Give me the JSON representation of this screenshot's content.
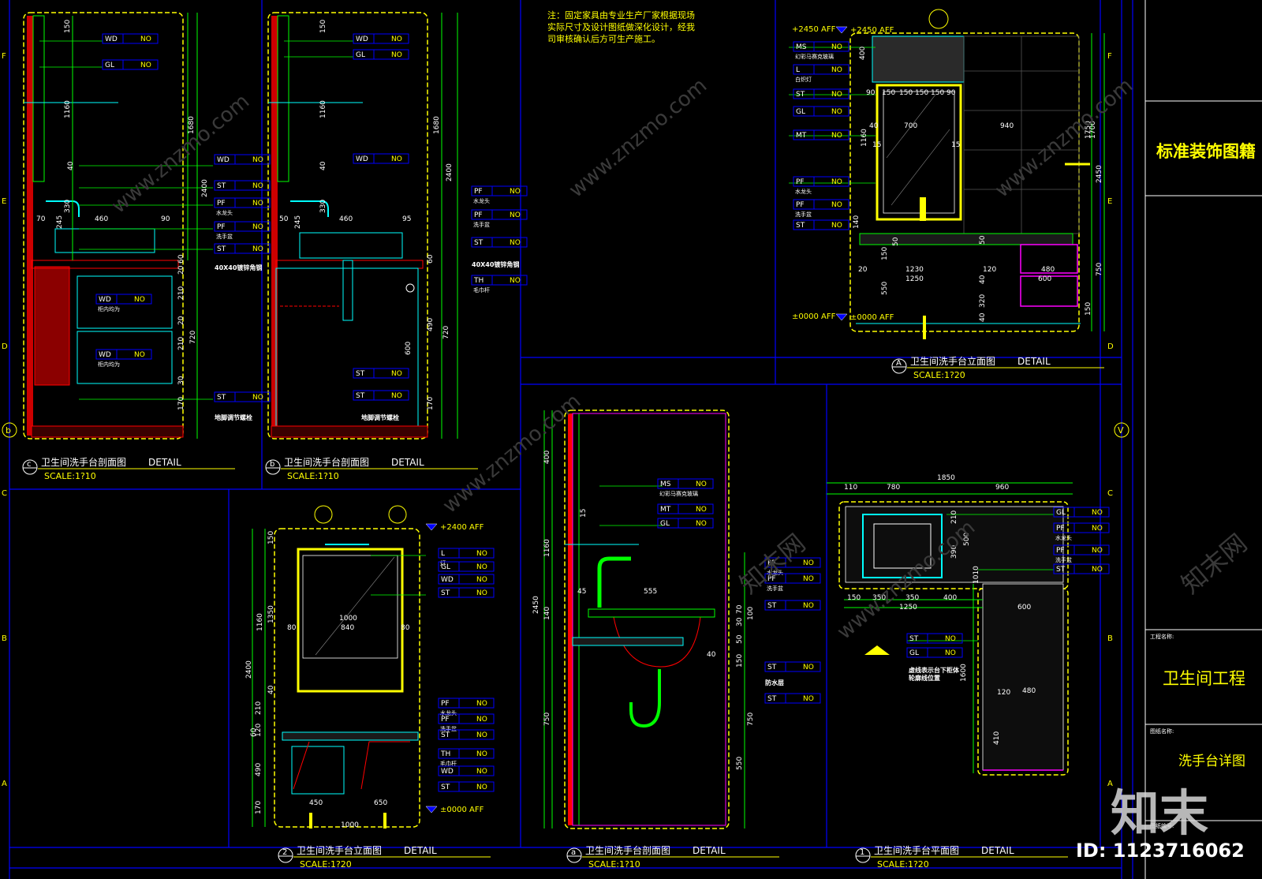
{
  "grid_letters_left": [
    "F",
    "E",
    "D",
    "C",
    "B",
    "A"
  ],
  "grid_letters_right": [
    "F",
    "E",
    "D",
    "C",
    "B",
    "A"
  ],
  "note": {
    "line1": "注：固定家具由专业生产厂家根据现场",
    "line2": "实际尺寸及设计图纸做深化设计，经我",
    "line3": "司审核确认后方可生产施工。"
  },
  "title_block": {
    "company": "标准装饰图籍",
    "project_label": "工程名称:",
    "project": "卫生间工程",
    "drawing_label": "图纸名称:",
    "drawing": "洗手台详图",
    "number_label": "图纸编号:"
  },
  "watermark": {
    "id_text": "ID: 1123716062",
    "logo": "知末",
    "site": "www.znzmo.com",
    "site_cn": "知末网"
  },
  "colors": {
    "yellow": "#ffff00",
    "cyan": "#00ffff",
    "green": "#00ff00",
    "red": "#ff0000",
    "blue": "#0000ff",
    "white": "#ffffff",
    "magenta": "#ff00ff"
  },
  "views": {
    "c": {
      "tag": "c",
      "title": "卫生间洗手台剖面图",
      "detail": "DETAIL",
      "scale": "SCALE:1?10",
      "dims": [
        "150",
        "1160",
        "1680",
        "2400",
        "40",
        "330",
        "245",
        "70",
        "460",
        "90",
        "60",
        "20",
        "210",
        "20",
        "210",
        "720",
        "30",
        "170"
      ],
      "tags": [
        {
          "code": "WD",
          "no": "NO"
        },
        {
          "code": "GL",
          "no": "NO"
        },
        {
          "code": "WD",
          "no": "NO"
        },
        {
          "code": "ST",
          "no": "NO"
        },
        {
          "code": "PF",
          "no": "NO",
          "sub": "水龙头"
        },
        {
          "code": "PF",
          "no": "NO",
          "sub": "洗手盆"
        },
        {
          "code": "ST",
          "no": "NO"
        },
        {
          "code": "WD",
          "no": "NO",
          "sub": "柜内均为"
        },
        {
          "code": "WD",
          "no": "NO",
          "sub": "柜内均为"
        },
        {
          "code": "ST",
          "no": "NO"
        }
      ],
      "notes": [
        "40X40镀锌角钢",
        "地脚调节螺栓"
      ]
    },
    "b": {
      "tag": "b",
      "title": "卫生间洗手台剖面图",
      "detail": "DETAIL",
      "scale": "SCALE:1?10",
      "dims": [
        "150",
        "1160",
        "1680",
        "2400",
        "40",
        "330",
        "245",
        "50",
        "460",
        "95",
        "60",
        "490",
        "720",
        "600",
        "170"
      ],
      "tags": [
        {
          "code": "WD",
          "no": "NO"
        },
        {
          "code": "GL",
          "no": "NO"
        },
        {
          "code": "WD",
          "no": "NO"
        },
        {
          "code": "PF",
          "no": "NO",
          "sub": "水龙头"
        },
        {
          "code": "PF",
          "no": "NO",
          "sub": "洗手盆"
        },
        {
          "code": "ST",
          "no": "NO"
        },
        {
          "code": "TH",
          "no": "NO",
          "sub": "毛巾杆"
        },
        {
          "code": "ST",
          "no": "NO"
        },
        {
          "code": "ST",
          "no": "NO"
        }
      ],
      "notes": [
        "40X40镀锌角钢",
        "地脚调节螺栓"
      ]
    },
    "A": {
      "tag": "A",
      "title": "卫生间洗手台立面图",
      "detail": "DETAIL",
      "scale": "SCALE:1?20",
      "level_top": "+2450 AFF",
      "level_bottom": "±0000 AFF",
      "dims": [
        "400",
        "90",
        "150",
        "150",
        "150",
        "150",
        "90",
        "40",
        "700",
        "940",
        "15",
        "15",
        "1160",
        "1750",
        "2450",
        "140",
        "150",
        "50",
        "20",
        "1230",
        "1250",
        "120",
        "480",
        "600",
        "550",
        "1700",
        "40",
        "320",
        "750",
        "150",
        "40",
        "50"
      ],
      "tags": [
        {
          "code": "MS",
          "no": "NO",
          "sub": "幻彩马赛克玻璃"
        },
        {
          "code": "L",
          "no": "NO",
          "sub": "白炽灯"
        },
        {
          "code": "ST",
          "no": "NO"
        },
        {
          "code": "GL",
          "no": "NO"
        },
        {
          "code": "MT",
          "no": "NO"
        },
        {
          "code": "PF",
          "no": "NO",
          "sub": "水龙头"
        },
        {
          "code": "PF",
          "no": "NO",
          "sub": "洗手盆"
        },
        {
          "code": "ST",
          "no": "NO"
        }
      ]
    },
    "v2": {
      "tag": "2",
      "title": "卫生间洗手台立面图",
      "detail": "DETAIL",
      "scale": "SCALE:1?20",
      "level_top": "+2400 AFF",
      "level_bottom": "±0000 AFF",
      "dims": [
        "150",
        "1350",
        "1160",
        "2400",
        "40",
        "210",
        "60",
        "120",
        "490",
        "170",
        "1000",
        "80",
        "840",
        "80",
        "450",
        "650",
        "1000"
      ],
      "tags": [
        {
          "code": "L",
          "no": "NO",
          "sub": "灯"
        },
        {
          "code": "GL",
          "no": "NO"
        },
        {
          "code": "WD",
          "no": "NO"
        },
        {
          "code": "ST",
          "no": "NO"
        },
        {
          "code": "PF",
          "no": "NO",
          "sub": "水龙头"
        },
        {
          "code": "PF",
          "no": "NO",
          "sub": "洗手盆"
        },
        {
          "code": "ST",
          "no": "NO"
        },
        {
          "code": "TH",
          "no": "NO",
          "sub": "毛巾杆"
        },
        {
          "code": "WD",
          "no": "NO"
        },
        {
          "code": "ST",
          "no": "NO"
        }
      ]
    },
    "a": {
      "tag": "a",
      "title": "卫生间洗手台剖面图",
      "detail": "DETAIL",
      "scale": "SCALE:1?10",
      "dims": [
        "400",
        "15",
        "1160",
        "2450",
        "140",
        "750",
        "45",
        "555",
        "70",
        "30",
        "100",
        "50",
        "40",
        "150",
        "750",
        "550"
      ],
      "tags": [
        {
          "code": "MS",
          "no": "NO",
          "sub": "幻彩马赛克玻璃"
        },
        {
          "code": "MT",
          "no": "NO"
        },
        {
          "code": "GL",
          "no": "NO"
        },
        {
          "code": "PF",
          "no": "NO",
          "sub": "水龙头"
        },
        {
          "code": "PF",
          "no": "NO",
          "sub": "洗手盆"
        },
        {
          "code": "ST",
          "no": "NO"
        },
        {
          "code": "ST",
          "no": "NO"
        },
        {
          "code": "ST",
          "no": "NO"
        }
      ],
      "notes": [
        "防水层"
      ]
    },
    "v1": {
      "tag": "1",
      "title": "卫生间洗手台平面图",
      "detail": "DETAIL",
      "scale": "SCALE:1?20",
      "dims": [
        "1850",
        "110",
        "780",
        "960",
        "210",
        "500",
        "390",
        "150",
        "350",
        "350",
        "400",
        "1250",
        "1010",
        "600",
        "1600",
        "120",
        "480",
        "410"
      ],
      "tags": [
        {
          "code": "GL",
          "no": "NO"
        },
        {
          "code": "PF",
          "no": "NO",
          "sub": "水龙头"
        },
        {
          "code": "PF",
          "no": "NO",
          "sub": "洗手盆"
        },
        {
          "code": "ST",
          "no": "NO"
        },
        {
          "code": "ST",
          "no": "NO"
        },
        {
          "code": "GL",
          "no": "NO"
        }
      ],
      "notes": [
        "虚线表示台下柜体",
        "轮廓线位置"
      ]
    }
  }
}
